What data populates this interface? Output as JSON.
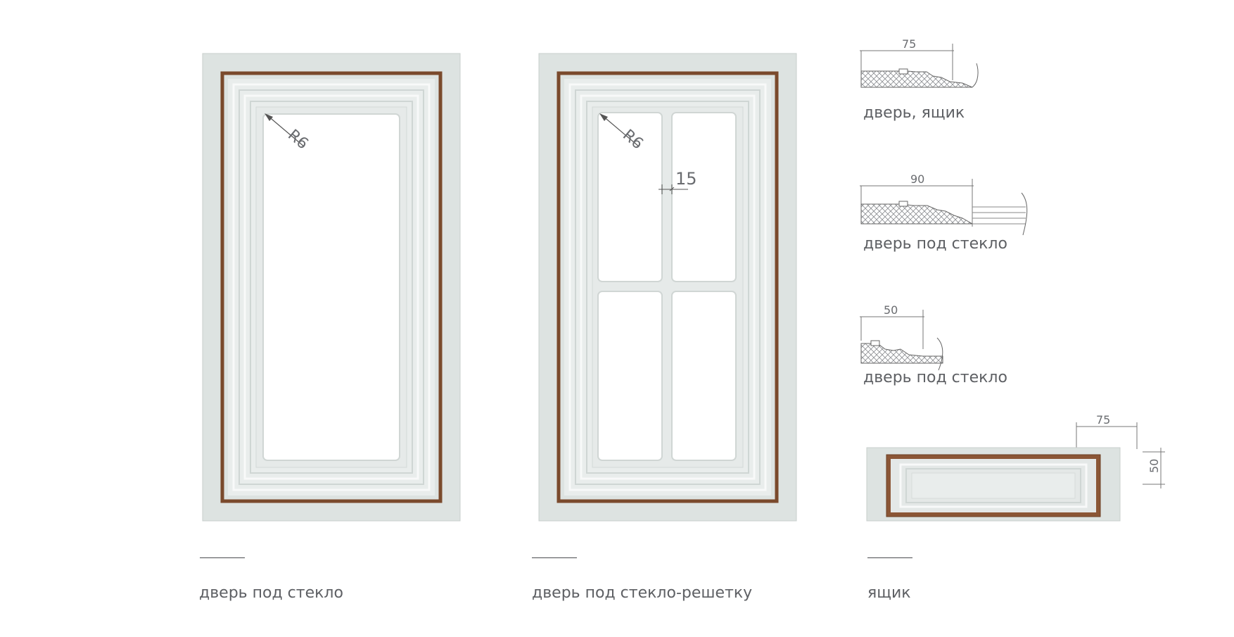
{
  "panels": [
    {
      "caption": "дверь под стекло",
      "radius_label": "R6"
    },
    {
      "caption": "дверь под стекло-решетку",
      "radius_label": "R6",
      "mullion_label": "15"
    },
    {
      "caption": "ящик",
      "width_label": "75",
      "height_label": "50"
    }
  ],
  "profiles": [
    {
      "width_label": "75",
      "label": "дверь, ящик"
    },
    {
      "width_label": "90",
      "label": "дверь под стекло"
    },
    {
      "width_label": "50",
      "label": "дверь под стекло"
    }
  ],
  "colors": {
    "panel": "#dfe4e2",
    "panel_light": "#f3f5f4",
    "wood": "#7a4a2c",
    "glass": "#ffffff",
    "caption": "#5e6064"
  }
}
